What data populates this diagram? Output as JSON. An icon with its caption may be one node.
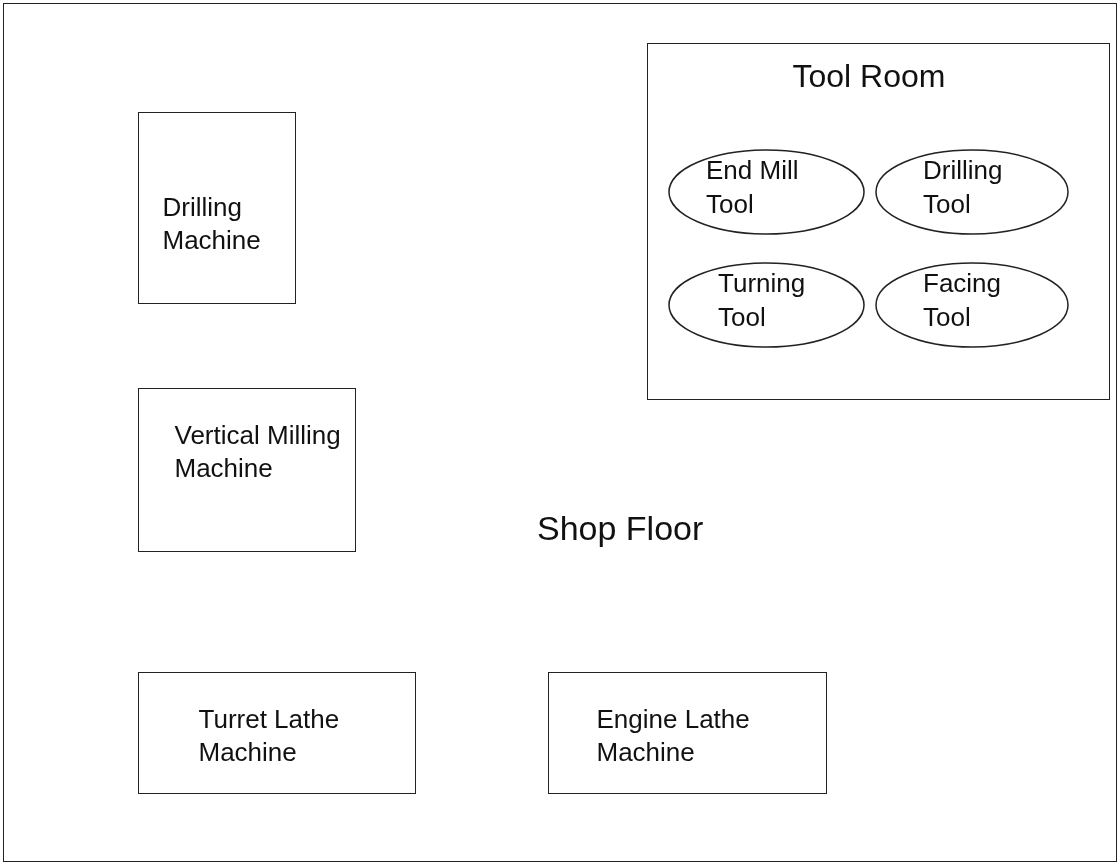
{
  "diagram": {
    "nodes": [
      {
        "text": [
          "Shop Floor"
        ]
      },
      {
        "text": [
          "Drilling Machine"
        ],
        "in": 0
      },
      {
        "text": [
          "Tool Room"
        ],
        "in": 0
      },
      {
        "text": [
          "End Mill Tool"
        ],
        "in": 2
      },
      {
        "text": [
          "Drilling Tool"
        ],
        "in": 2
      },
      {
        "text": [
          "Turning Tool"
        ],
        "in": 2
      },
      {
        "text": [
          "Facing Tool"
        ],
        "in": 2
      },
      {
        "text": [
          "Vertical Milling Machine"
        ],
        "in": 0
      },
      {
        "text": [
          "Turret Lathe Machine"
        ],
        "in": 0
      },
      {
        "text": [
          "Engine Lathe Machine"
        ],
        "in": 0
      }
    ]
  }
}
